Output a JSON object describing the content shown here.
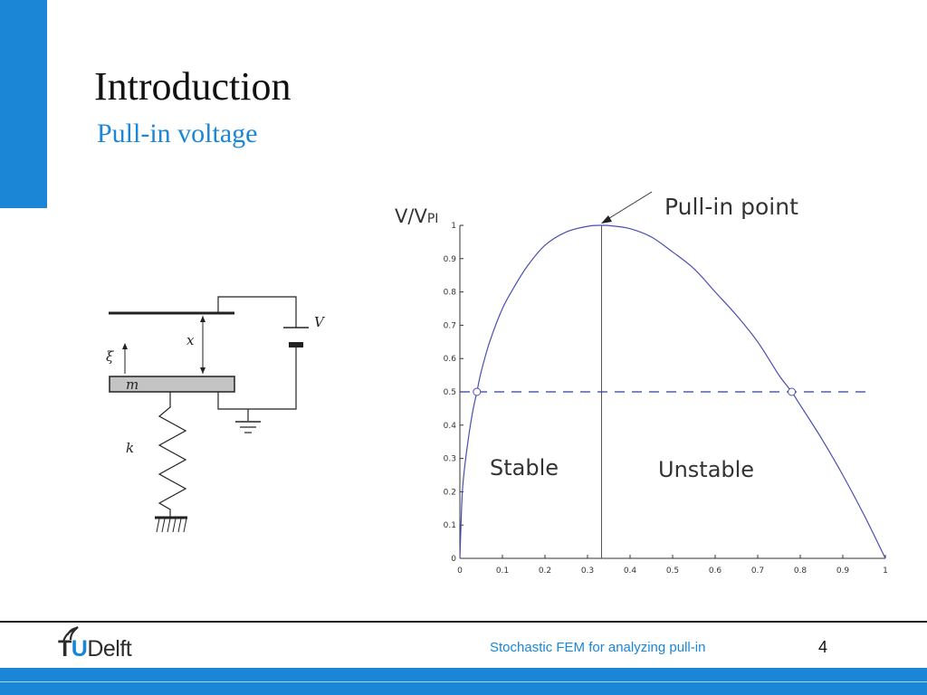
{
  "slide": {
    "title": "Introduction",
    "subtitle": "Pull-in voltage",
    "footer_text": "Stochastic FEM for analyzing pull-in",
    "page_number": "4",
    "logo": {
      "part1": "T",
      "part2": "U",
      "part3": "Delft"
    },
    "accent_color": "#1b86d6"
  },
  "mechanism": {
    "labels": {
      "x": "x",
      "xi": "ξ",
      "m": "m",
      "k": "k",
      "V": "V"
    }
  },
  "chart_data": {
    "type": "line",
    "ylabel_main": "V/V",
    "ylabel_sub": "PI",
    "x_ticks": [
      "0",
      "0.1",
      "0.2",
      "0.3",
      "0.4",
      "0.5",
      "0.6",
      "0.7",
      "0.8",
      "0.9",
      "1"
    ],
    "y_ticks": [
      "0",
      "0.1",
      "0.2",
      "0.3",
      "0.4",
      "0.5",
      "0.6",
      "0.7",
      "0.8",
      "0.9",
      "1"
    ],
    "xlim": [
      0,
      1
    ],
    "ylim": [
      0,
      1
    ],
    "annotations": {
      "pull_in": "Pull-in point",
      "stable": "Stable",
      "unstable": "Unstable"
    },
    "pull_in_point": {
      "x": 0.333,
      "y": 1.0
    },
    "reference_level": 0.5,
    "intersection_points": [
      {
        "x": 0.04,
        "y": 0.5
      },
      {
        "x": 0.78,
        "y": 0.5
      }
    ],
    "series": [
      {
        "x": [
          0,
          0.005,
          0.01,
          0.02,
          0.03,
          0.04,
          0.05,
          0.07,
          0.1,
          0.13,
          0.16,
          0.2,
          0.25,
          0.3,
          0.333,
          0.36,
          0.4,
          0.45,
          0.5,
          0.55,
          0.6,
          0.65,
          0.7,
          0.75,
          0.78,
          0.8,
          0.85,
          0.9,
          0.95,
          1.0
        ],
        "y": [
          0,
          0.18,
          0.26,
          0.36,
          0.44,
          0.5,
          0.56,
          0.65,
          0.75,
          0.82,
          0.88,
          0.94,
          0.98,
          0.997,
          1.0,
          0.998,
          0.99,
          0.965,
          0.92,
          0.87,
          0.8,
          0.73,
          0.65,
          0.55,
          0.5,
          0.46,
          0.36,
          0.25,
          0.13,
          0.0
        ]
      }
    ]
  }
}
